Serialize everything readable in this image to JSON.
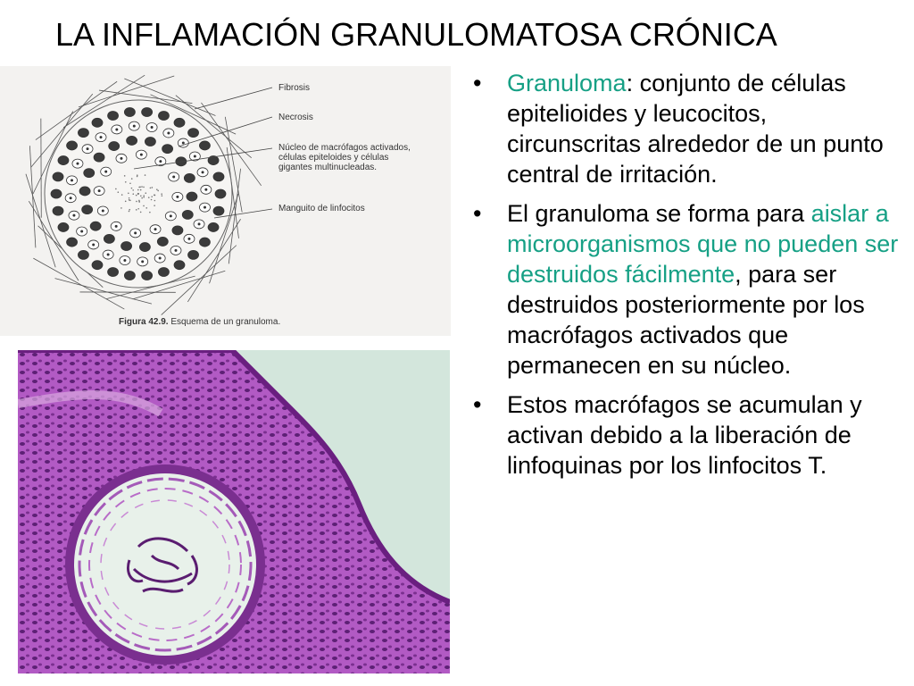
{
  "slide": {
    "title": "LA INFLAMACIÓN GRANULOMATOSA CRÓNICA"
  },
  "diagram": {
    "labels": {
      "fibrosis": "Fibrosis",
      "necrosis": "Necrosis",
      "nucleo_line1": "Núcleo de macrófagos activados,",
      "nucleo_line2": "células epiteloides y células",
      "nucleo_line3": "gigantes multinucleadas.",
      "manguito": "Manguito de linfocitos"
    },
    "caption_figure": "Figura 42.9.",
    "caption_text": "Esquema de un granuloma."
  },
  "micrograph": {},
  "bullets": {
    "marker": "•",
    "b1_term": "Granuloma",
    "b1_rest": ": conjunto de células epitelioides y leucocitos, circunscritas alrededor de un punto central de irritación.",
    "b2_pre": "El granuloma se forma para ",
    "b2_accent": "aislar a microorganismos que no pueden ser destruidos fácilmente",
    "b2_post": ", para ser destruidos posteriormente por los macrófagos activados que permanecen en su núcleo.",
    "b3": "Estos macrófagos se acumulan y activan debido a la liberación de linfoquinas por los linfocitos T."
  },
  "colors": {
    "accent": "#16a085",
    "tissue_dark": "#7a2f8f",
    "tissue_light": "#c77fd0",
    "background_micro": "#cfe3d8"
  }
}
